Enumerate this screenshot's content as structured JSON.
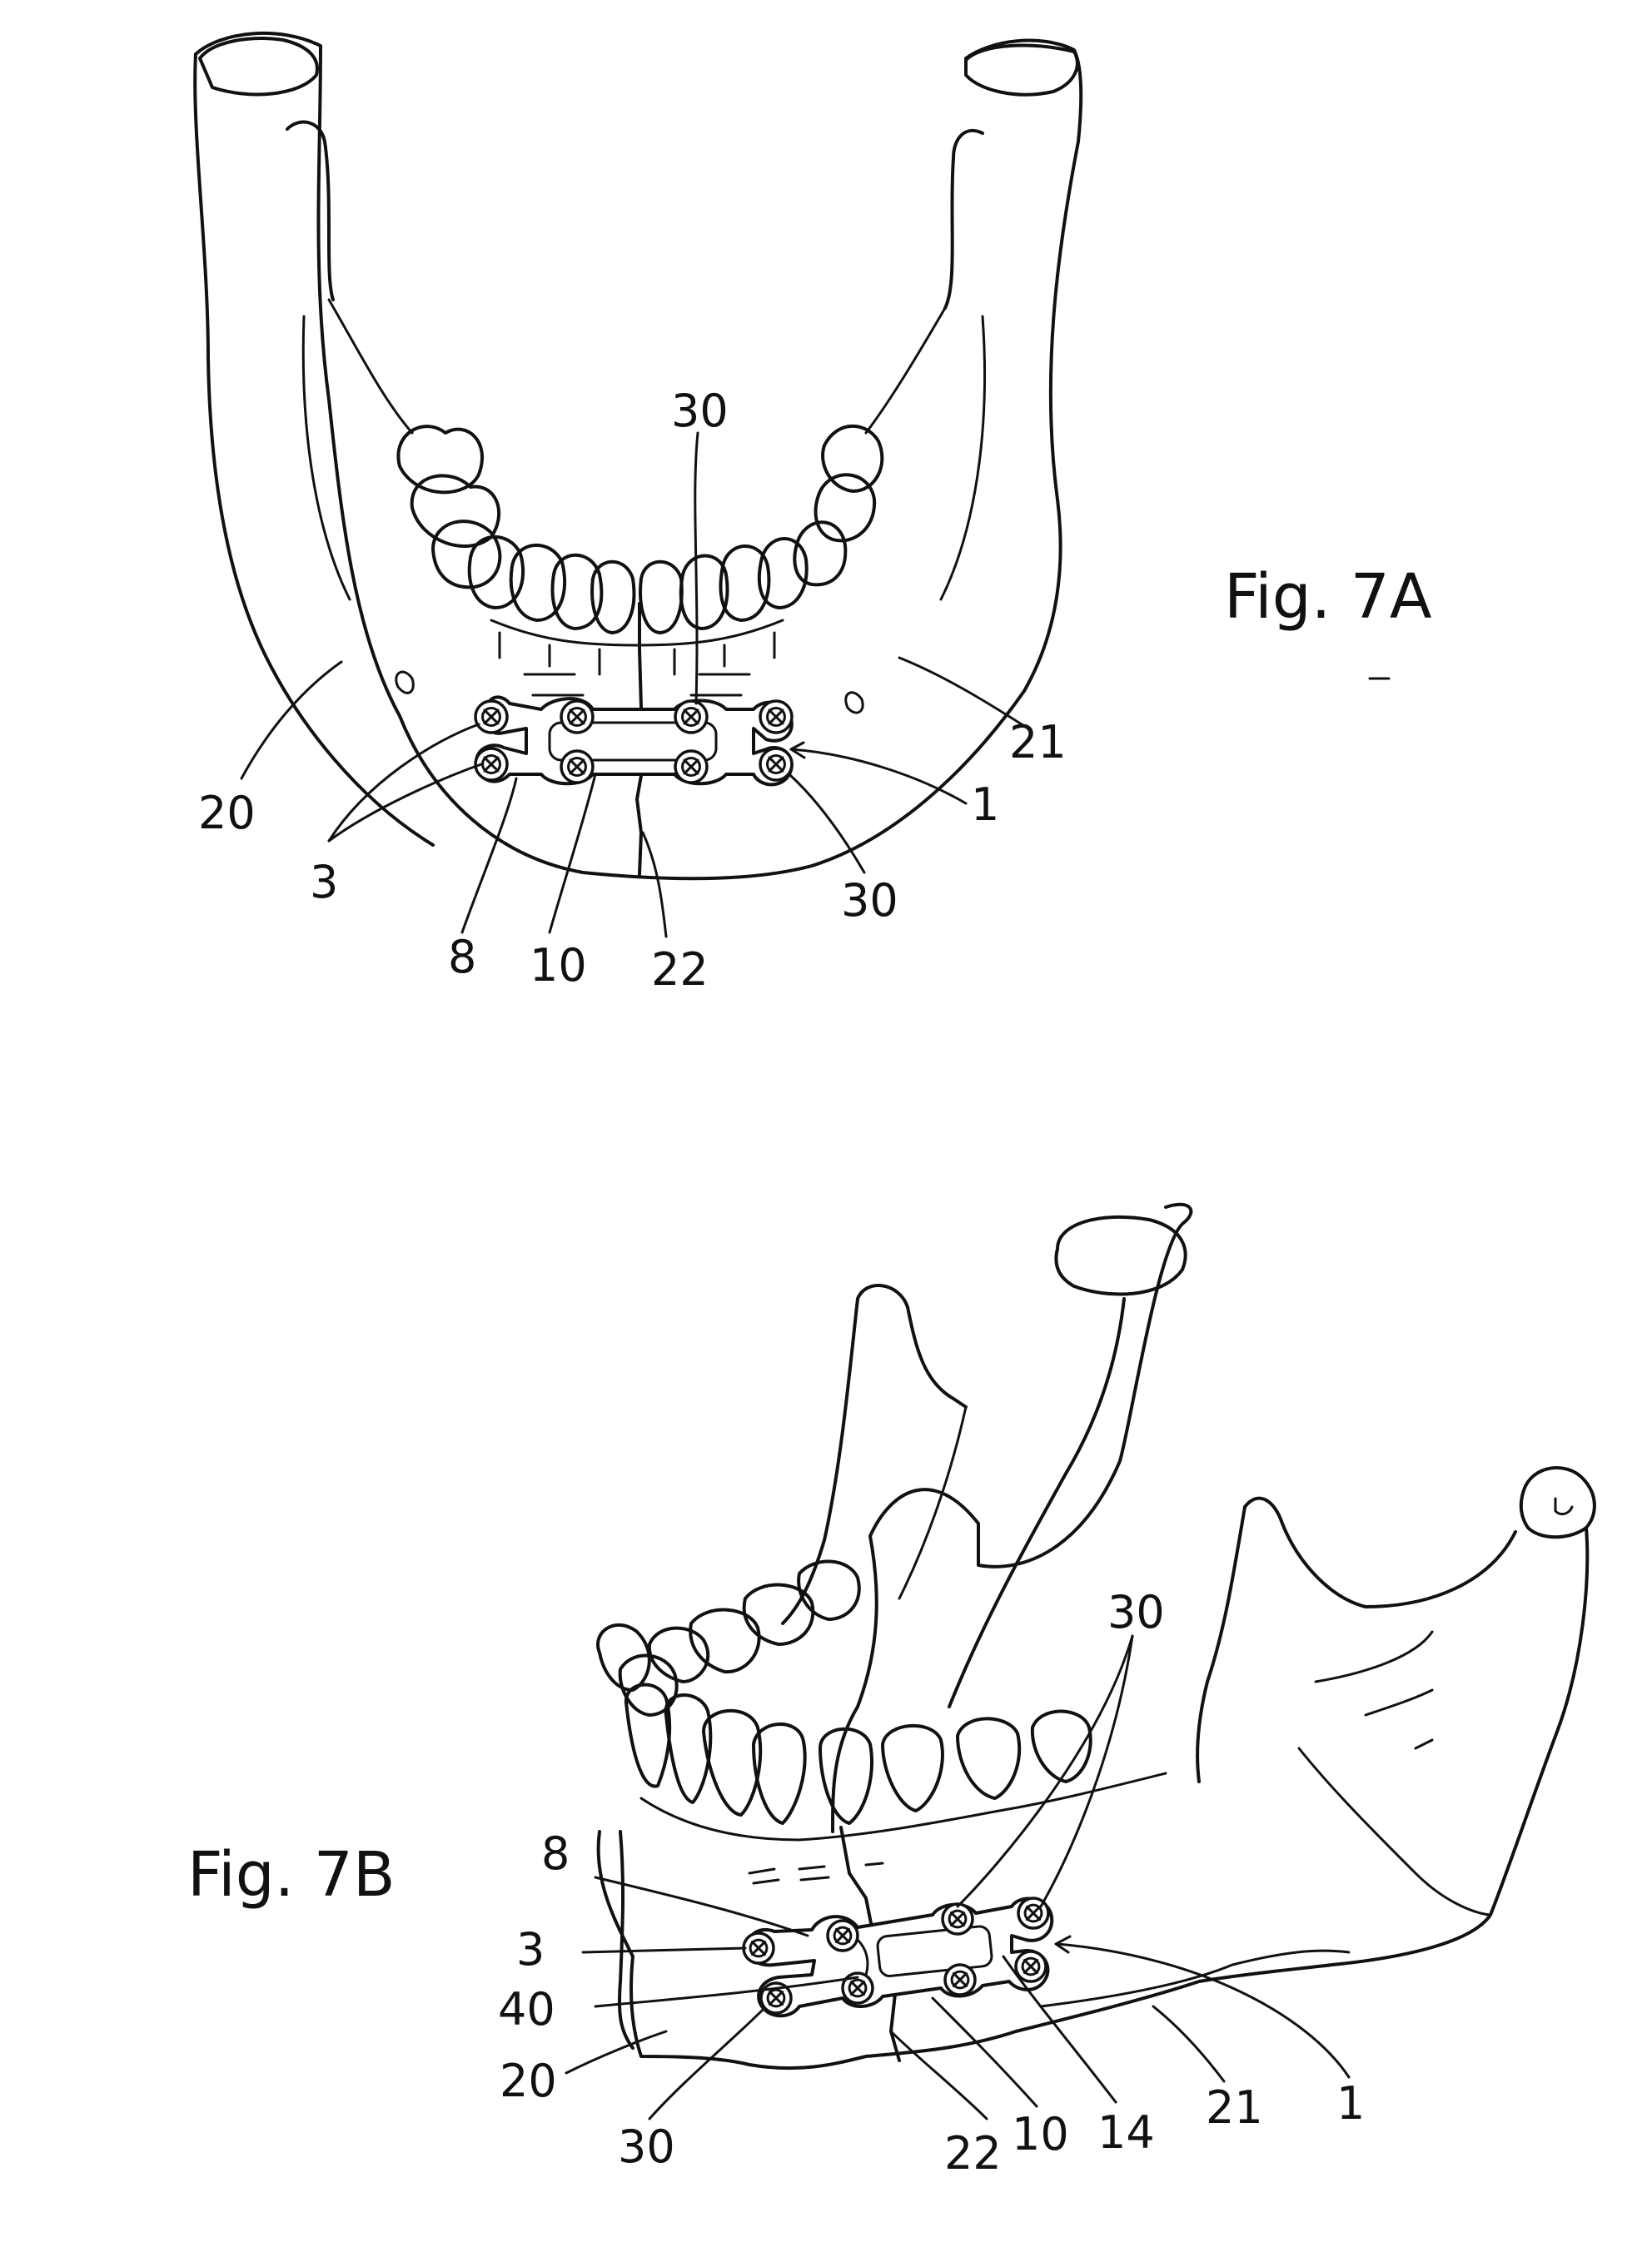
{
  "figures": {
    "fig_7a": {
      "caption": "Fig. 7A",
      "labels": {
        "plate_top": "30",
        "left_body": "20",
        "right_body": "21",
        "plate": "1",
        "screws": "3",
        "plate_bottom": "30",
        "arm": "8",
        "bridge": "10",
        "fracture": "22"
      }
    },
    "fig_7b": {
      "caption": "Fig. 7B",
      "labels": {
        "plate_top": "30",
        "arm": "8",
        "screws": "3",
        "web": "40",
        "left_body": "20",
        "plate_bottom": "30",
        "fracture": "22",
        "bridge": "10",
        "slot": "14",
        "right_body": "21",
        "plate": "1"
      }
    }
  }
}
